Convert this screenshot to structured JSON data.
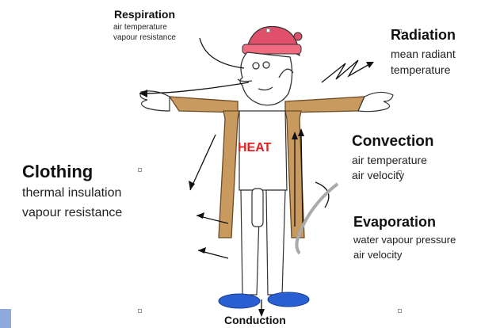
{
  "respiration": {
    "title": "Respiration",
    "line1": "air temperature",
    "line2": "vapour resistance"
  },
  "radiation": {
    "title": "Radiation",
    "line1": "mean radiant",
    "line2": "temperature"
  },
  "convection": {
    "title": "Convection",
    "line1": "air temperature",
    "line2": "air velocity"
  },
  "clothing": {
    "title": "Clothing",
    "line1": "thermal insulation",
    "line2": "vapour resistance"
  },
  "evaporation": {
    "title": "Evaporation",
    "line1": "water vapour pressure",
    "line2": "air velocity"
  },
  "conduction": {
    "title": "Conduction"
  },
  "heat_label": "HEAT",
  "colors": {
    "hat": "#e0506a",
    "clothing": "#c89a60",
    "shoes": "#2a5fd1",
    "heat": "#e02020",
    "tab": "#8ea9db"
  }
}
